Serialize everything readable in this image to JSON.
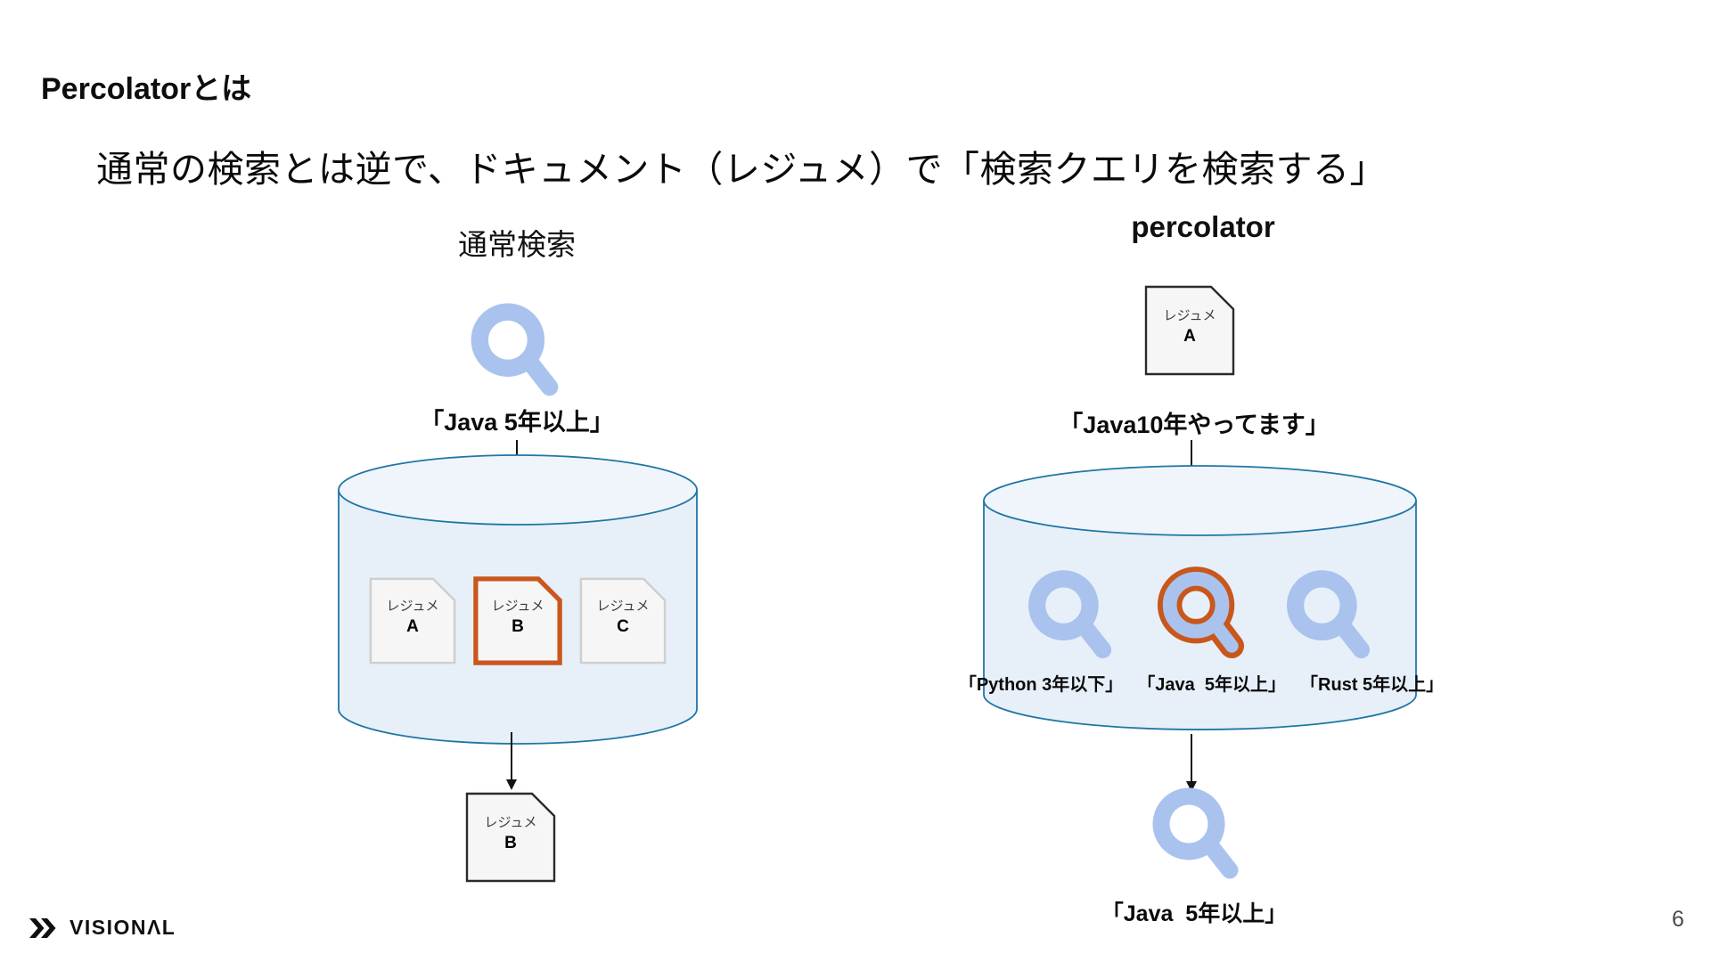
{
  "slide": {
    "title": "Percolatorとは",
    "subtitle": "通常の検索とは逆で、ドキュメント（レジュメ）で「検索クエリを検索する」",
    "page_number": "6",
    "brand": "VISIONΛL"
  },
  "normal_search": {
    "heading": "通常検索",
    "query": "「Java 5年以上」",
    "stored_documents": [
      {
        "label": "レジュメ",
        "letter": "A"
      },
      {
        "label": "レジュメ",
        "letter": "B"
      },
      {
        "label": "レジュメ",
        "letter": "C"
      }
    ],
    "result_document": {
      "label": "レジュメ",
      "letter": "B"
    }
  },
  "percolator": {
    "heading": "percolator",
    "input_document": {
      "label": "レジュメ",
      "letter": "A"
    },
    "input_text": "「Java10年やってます」",
    "stored_queries": [
      "「Python 3年以下」",
      "「Java  5年以上」",
      "「Rust 5年以上」"
    ],
    "result_query": "「Java  5年以上」"
  },
  "colors": {
    "accent_blue": "#A9C3EE",
    "accent_orange": "#C9571D",
    "cylinder_stroke": "#2076A5",
    "cylinder_fill": "#E7F0F8",
    "doc_border_gray": "#CFCFCF",
    "doc_border_dark": "#2B2B2B",
    "doc_fill": "#F6F6F6"
  }
}
